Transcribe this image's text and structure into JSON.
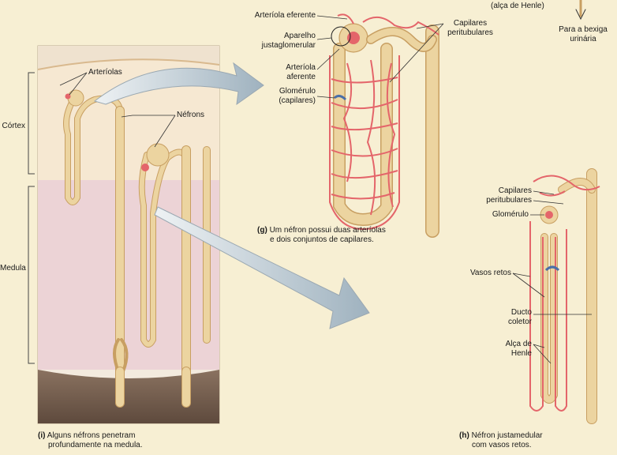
{
  "labels": {
    "henle_top": "(alça de Henle)",
    "bladder_1": "Para a bexiga",
    "bladder_2": "urinária",
    "arteriola_eferente": "Arteríola eferente",
    "aparelho_1": "Aparelho",
    "aparelho_2": "justaglomerular",
    "aferente_1": "Arteríola",
    "aferente_2": "aferente",
    "glomerulo_g_1": "Glomérulo",
    "glomerulo_g_2": "(capilares)",
    "capilares_g_1": "Capilares",
    "capilares_g_2": "peritubulares",
    "arteriolas_i": "Arteríolas",
    "nefrons": "Néfrons",
    "cortex": "Córtex",
    "medula": "Medula",
    "capilares_h_1": "Capilares",
    "capilares_h_2": "peritubulares",
    "glomerulo_h": "Glomérulo",
    "vasos_retos": "Vasos retos",
    "ducto_1": "Ducto",
    "ducto_2": "coletor",
    "alca_1": "Alça de",
    "alca_2": "Henle"
  },
  "captions": {
    "g_letter": "(g)",
    "g_line1": "Um néfron possui duas arteríolas",
    "g_line2": "e dois conjuntos de capilares.",
    "i_letter": "(i)",
    "i_line1": "Alguns néfrons penetram",
    "i_line2": "profundamente na medula.",
    "h_letter": "(h)",
    "h_line1": "Néfron justamedular",
    "h_line2": "com vasos retos."
  },
  "colors": {
    "background": "#f7efd3",
    "tubule": "#ecd4a0",
    "tubule_edge": "#c89f62",
    "vessel": "#e4656a",
    "vein": "#4a6fa8",
    "cortex": "#f4e6d2",
    "medulla": "#ecd2d6",
    "arrow": "#b9c7d1"
  }
}
